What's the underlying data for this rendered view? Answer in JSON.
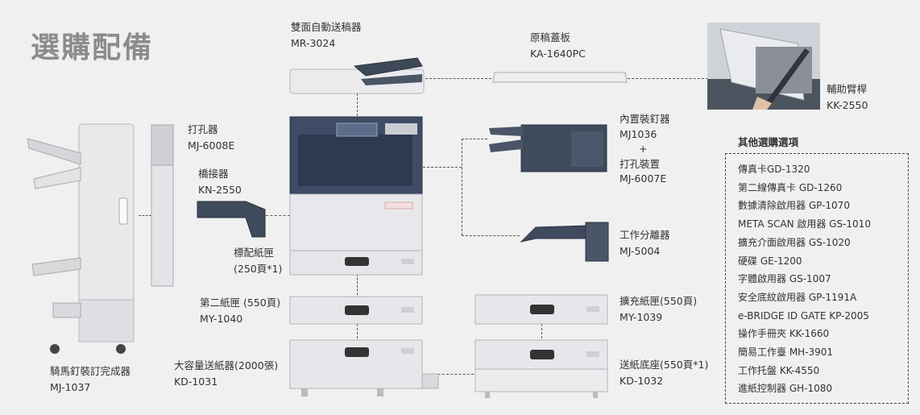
{
  "title": "選購配備",
  "labels": {
    "adf": {
      "name": "雙面自動送稿器",
      "model": "MR-3024"
    },
    "cover": {
      "name": "原稿蓋板",
      "model": "KA-1640PC"
    },
    "arm": {
      "name": "輔助臂桿",
      "model": "KK-2550"
    },
    "punch": {
      "name": "打孔器",
      "model": "MJ-6008E"
    },
    "bridge": {
      "name": "橋接器",
      "model": "KN-2550"
    },
    "std_tray": {
      "name": "標配紙匣",
      "model": "(250頁*1)"
    },
    "second_tray": {
      "name": "第二紙匣 (550頁)",
      "model": "MY-1040"
    },
    "lcf": {
      "name": "大容量送紙器(2000張)",
      "model": "KD-1031"
    },
    "saddle": {
      "name": "騎馬釘裝訂完成器",
      "model": "MJ-1037"
    },
    "inner_finisher": {
      "name": "內置裝釘器",
      "model": "MJ1036",
      "plus": "+",
      "name2": "打孔裝置",
      "model2": "MJ-6007E"
    },
    "separator": {
      "name": "工作分離器",
      "model": "MJ-5004"
    },
    "ext_tray": {
      "name": "擴充紙匣(550頁)",
      "model": "MY-1039"
    },
    "feed_base": {
      "name": "送紙底座(550頁*1)",
      "model": "KD-1032"
    }
  },
  "other_options": {
    "title": "其他選購選項",
    "items": [
      "傳真卡GD-1320",
      "第二線傳真卡 GD-1260",
      "數據清除啟用器 GP-1070",
      "META SCAN 啟用器 GS-1010",
      "擴充介面啟用器 GS-1020",
      "硬碟 GE-1200",
      "字體啟用器 GS-1007",
      "安全底紋啟用器 GP-1191A",
      "e-BRIDGE  ID GATE  KP-2005",
      "操作手冊夾 KK-1660",
      "簡易工作臺 MH-3901",
      "工作托盤 KK-4550",
      "進紙控制器 GH-1080"
    ]
  }
}
